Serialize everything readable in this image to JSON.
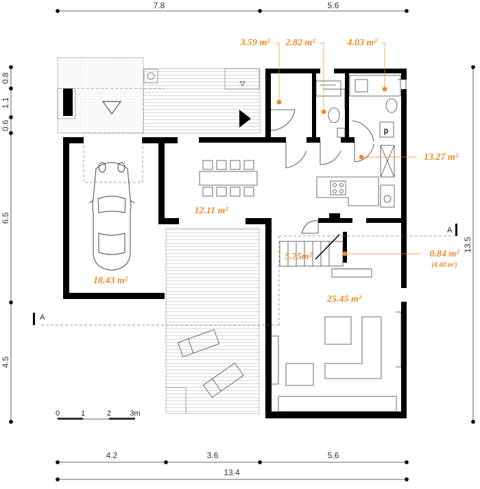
{
  "dimensions": {
    "top": [
      "7.8",
      "5.6"
    ],
    "bottom": [
      "4.2",
      "3.6",
      "5.6"
    ],
    "bottom_total": "13.4",
    "left": [
      "0.8",
      "1.1",
      "0.6",
      "6.5",
      "4.5"
    ],
    "right": "13.5"
  },
  "areas": {
    "garage": "18.43 m²",
    "dining": "12.11 m²",
    "storage": "3.59 m²",
    "wc": "2.82 m²",
    "bath": "4.03 m²",
    "kitchen": "13.27 m²",
    "stair": "5.75m²",
    "closet": "0.84 m²",
    "closet_sub": "(4.40 m²)",
    "living": "25.45 m²"
  },
  "section_marker": "A",
  "scale_bar": {
    "labels": [
      "0",
      "1",
      "2",
      "3m"
    ]
  },
  "colors": {
    "accent": "#ee8a25",
    "wall": "#000000",
    "line": "#555555"
  }
}
